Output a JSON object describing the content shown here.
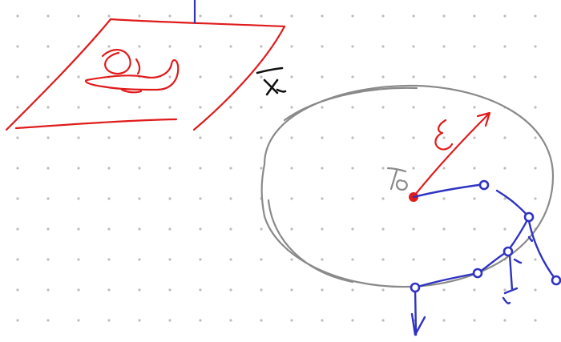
{
  "canvas": {
    "background": "#ffffff",
    "grid_dot_color": "#bdbdbd"
  },
  "colors": {
    "red_ink": "#e01b1b",
    "blue_ink": "#2f33c2",
    "gray_ink": "#8a8a8a",
    "black_ink": "#111111"
  },
  "labels": {
    "x_bar": "x̄",
    "epsilon": "ε",
    "x0": "x0"
  }
}
